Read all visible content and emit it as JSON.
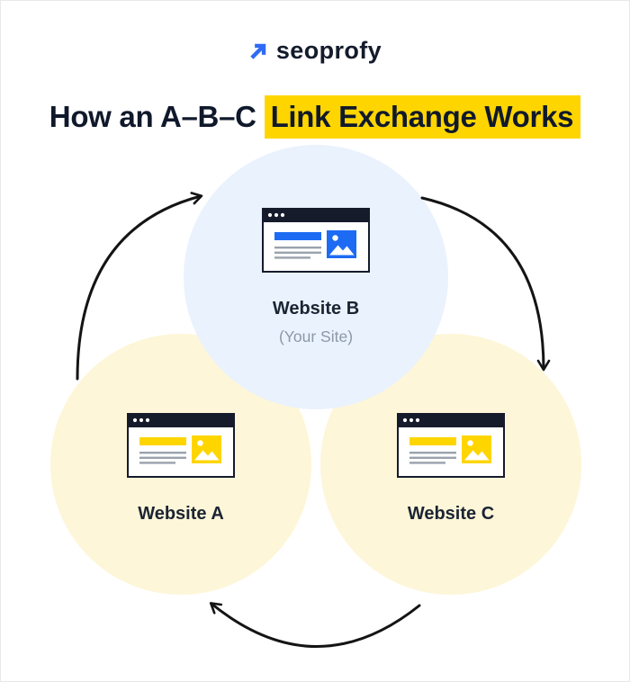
{
  "logo": {
    "brand": "seoprofy",
    "arrow_icon": "arrow-up-right-icon",
    "arrow_color": "#2f6bf2",
    "text_color": "#131b2c"
  },
  "title": {
    "prefix": "How an A–B–C ",
    "highlight": "Link Exchange Works",
    "highlight_color": "#ffd500",
    "text_color": "#10192b"
  },
  "diagram": {
    "websites": [
      {
        "id": "b",
        "label": "Website B",
        "sublabel": "(Your Site)",
        "circle_color": "#eaf2fd",
        "accent_color": "#1d6bf3",
        "icon": "browser-window-icon"
      },
      {
        "id": "a",
        "label": "Website A",
        "circle_color": "#fdf6d8",
        "accent_color": "#ffd500",
        "icon": "browser-window-icon"
      },
      {
        "id": "c",
        "label": "Website C",
        "circle_color": "#fdf6d8",
        "accent_color": "#ffd500",
        "icon": "browser-window-icon"
      }
    ],
    "arrows": [
      {
        "from": "Website A",
        "to": "Website B"
      },
      {
        "from": "Website B",
        "to": "Website C"
      },
      {
        "from": "Website C",
        "to": "Website A"
      }
    ],
    "arrow_color": "#141414",
    "browser_chrome_color": "#161b2c",
    "browser_textline_color": "#9aa2ad"
  }
}
